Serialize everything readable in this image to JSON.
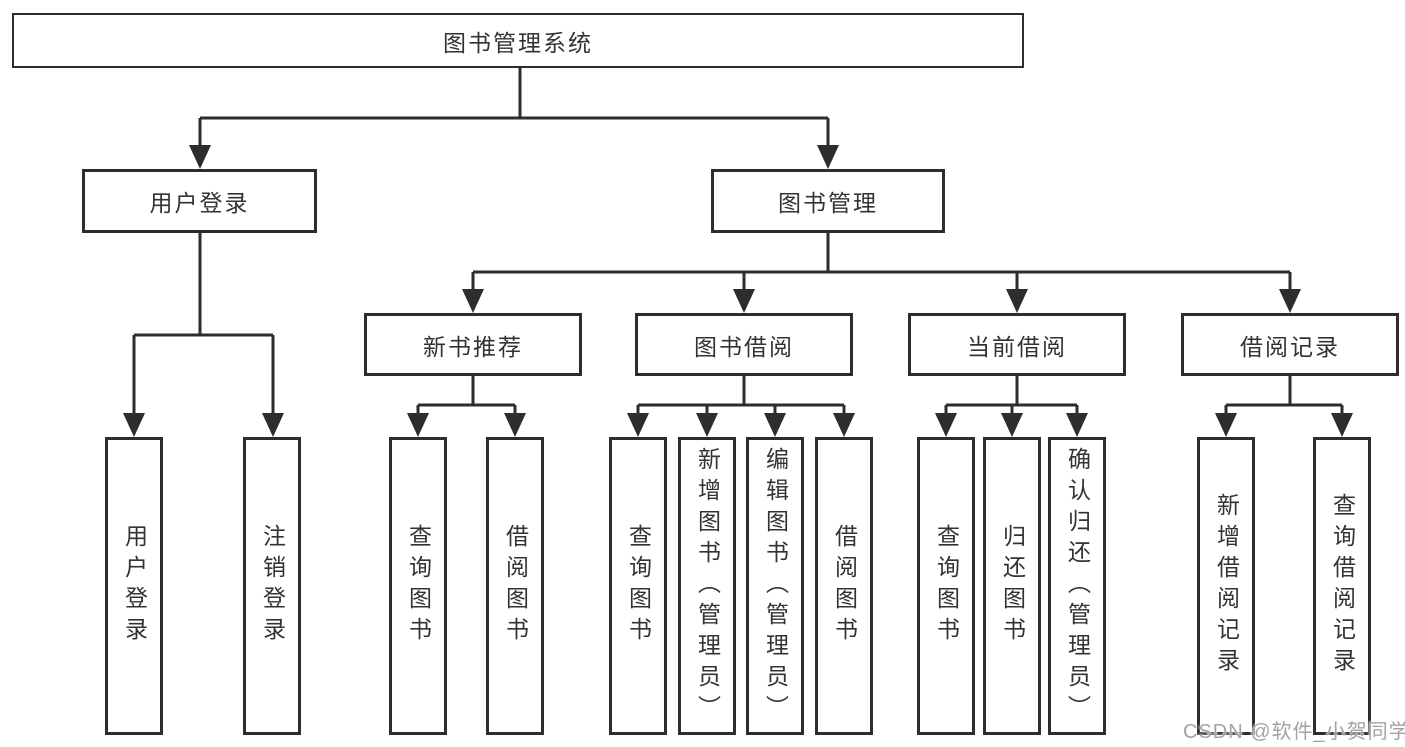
{
  "root": {
    "label": "图书管理系统"
  },
  "level2": [
    {
      "label": "用户登录"
    },
    {
      "label": "图书管理"
    }
  ],
  "level3": [
    {
      "label": "新书推荐"
    },
    {
      "label": "图书借阅"
    },
    {
      "label": "当前借阅"
    },
    {
      "label": "借阅记录"
    }
  ],
  "leaves": [
    {
      "label": "用户登录"
    },
    {
      "label": "注销登录"
    },
    {
      "label": "查询图书"
    },
    {
      "label": "借阅图书"
    },
    {
      "label": "查询图书"
    },
    {
      "label": "新增图书（管理员）"
    },
    {
      "label": "编辑图书（管理员）"
    },
    {
      "label": "借阅图书"
    },
    {
      "label": "查询图书"
    },
    {
      "label": "归还图书"
    },
    {
      "label": "确认归还（管理员）"
    },
    {
      "label": "新增借阅记录"
    },
    {
      "label": "查询借阅记录"
    }
  ],
  "watermark": {
    "text": "CSDN @软件_小贺同学"
  },
  "colors": {
    "line": "#2d2d2d",
    "text": "#333333",
    "box_background": "#ffffff",
    "watermark": "#a3a3a3"
  }
}
